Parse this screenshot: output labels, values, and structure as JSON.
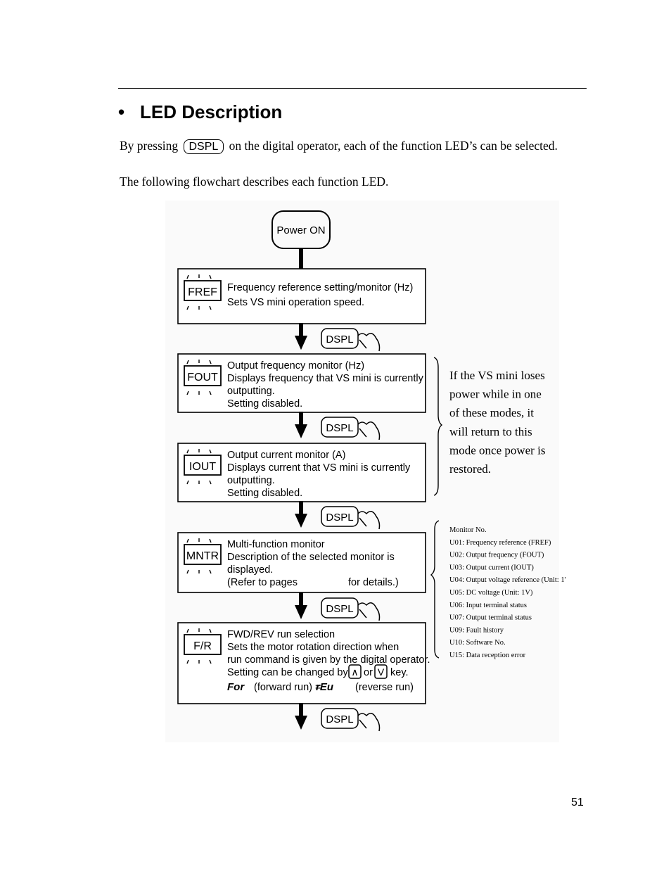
{
  "heading": {
    "bullet": "•",
    "title": "LED Description"
  },
  "intro": {
    "before_key": "By pressing",
    "key": "DSPL",
    "after_key": "on the digital operator, each of the function LED’s can be selected.",
    "flowchart_sentence": "The following flowchart describes each function LED."
  },
  "flowchart": {
    "start": "Power ON",
    "key_label": "DSPL",
    "steps": [
      {
        "led": "FREF",
        "lines": [
          "Frequency reference setting/monitor (Hz)",
          "Sets VS mini operation speed."
        ]
      },
      {
        "led": "FOUT",
        "lines": [
          "Output frequency monitor (Hz)",
          "Displays frequency that VS mini is currently",
          "outputting.",
          "Setting disabled."
        ]
      },
      {
        "led": "IOUT",
        "lines": [
          "Output current monitor (A)",
          "Displays current that VS mini is currently",
          "outputting.",
          "Setting disabled."
        ]
      },
      {
        "led": "MNTR",
        "lines": [
          "Multi-function monitor",
          "Description of the selected monitor is",
          "displayed."
        ],
        "refer_pre": "(Refer to pages",
        "refer_post": "for details.)"
      },
      {
        "led": "F/R",
        "lines": [
          "FWD/REV run selection",
          "Sets the motor rotation direction when",
          "run command is given by the digital operator."
        ],
        "change_pre": "Setting can be changed by",
        "up_key": "∧",
        "or": "or",
        "down_key": "V",
        "change_post": "key.",
        "for_code": "For",
        "for_text": "(forward run) =",
        "rev_code": "rEu",
        "rev_text": "(reverse run)"
      }
    ],
    "power_note": [
      "If the VS mini loses",
      "power while in one",
      "of these modes, it",
      "will return to this",
      "mode once power is",
      "restored."
    ],
    "monitor_list": [
      "Monitor No.",
      "U01: Frequency reference (FREF)",
      "U02: Output frequency (FOUT)",
      "U03: Output current (IOUT)",
      "U04: Output voltage reference (Unit: 1'",
      "U05: DC voltage (Unit: 1V)",
      "U06: Input terminal status",
      "U07: Output terminal status",
      "U09: Fault history",
      "U10: Software No.",
      "U15: Data reception error"
    ]
  },
  "page_number": "51"
}
